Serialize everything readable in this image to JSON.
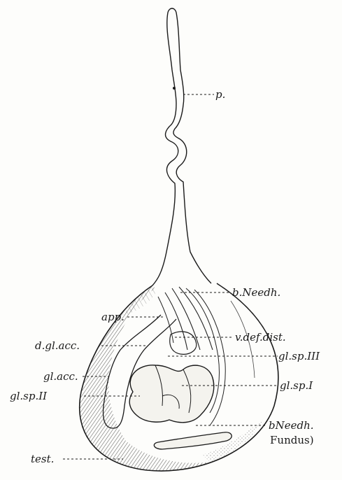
{
  "figure": {
    "labels": {
      "p": "p.",
      "b_needh": "b.Needh.",
      "app": "app.",
      "v_def_dist": "v.def.dist.",
      "d_gl_acc": "d.gl.acc.",
      "gl_sp_III": "gl.sp.III",
      "gl_acc": "gl.acc.",
      "gl_sp_I": "gl.sp.I",
      "gl_sp_II": "gl.sp.II",
      "b_needh_fundus": "bNeedh.",
      "fundus": "Fundus)",
      "test": "test."
    }
  }
}
